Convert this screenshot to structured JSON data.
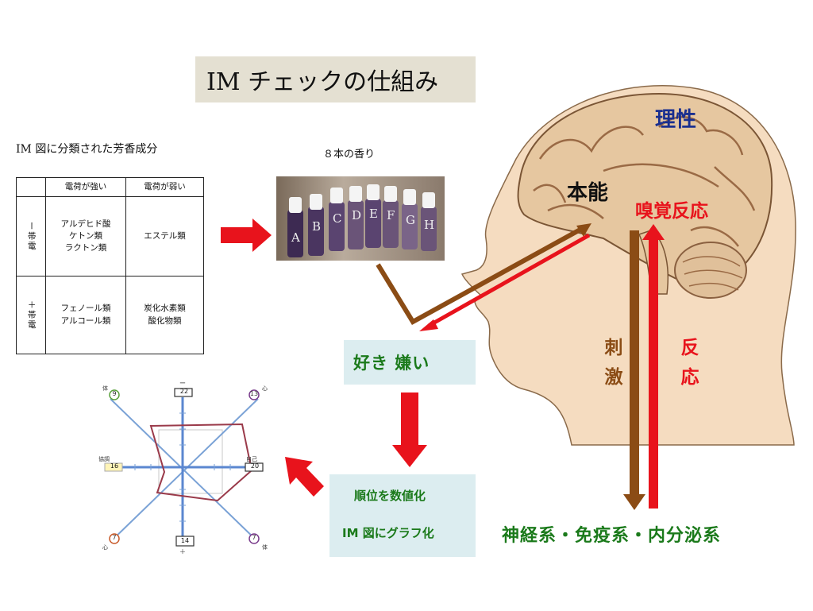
{
  "title": "IM チェックの仕組み",
  "table_caption": "IM 図に分類された芳香成分",
  "table": {
    "headers": [
      "",
      "電荷が強い",
      "電荷が弱い"
    ],
    "rows": [
      {
        "label": "ー帯電",
        "strong": [
          "アルデヒド酸",
          "ケトン類",
          "ラクトン類"
        ],
        "weak": [
          "エステル類"
        ]
      },
      {
        "label": "＋帯電",
        "strong": [
          "フェノール類",
          "アルコール類"
        ],
        "weak": [
          "炭化水素類",
          "酸化物類"
        ]
      }
    ]
  },
  "scent_caption": "８本の香り",
  "bottles": [
    "A",
    "B",
    "C",
    "D",
    "E",
    "F",
    "G",
    "H"
  ],
  "like_dislike": "好き 嫌い",
  "ranking": [
    "順位を数値化",
    "IM 図にグラフ化"
  ],
  "brain": {
    "reason": "理性",
    "instinct": "本能",
    "olfactory": "嗅覚反応",
    "stimulus": "刺激",
    "response": "反応",
    "systems": "神経系・免疫系・内分泌系"
  },
  "radar": {
    "top_label": "22",
    "right_label": "20",
    "bottom_label": "14",
    "left_label": "16",
    "left_tag": "協調",
    "right_tag": "自己",
    "circle_tl": "9",
    "circle_tr": "13",
    "circle_bl": "7",
    "circle_br": "7",
    "corner_tl": "体",
    "corner_tr": "心",
    "corner_bl": "心",
    "corner_br": "体",
    "top_sign": "ー",
    "bottom_sign": "＋"
  },
  "colors": {
    "red_arrow": "#e8131c",
    "brown_arrow": "#8b4c15",
    "green_text": "#1b7a1b",
    "blue_text": "#1a2f8f",
    "box_bg": "#dcedf0",
    "title_bg": "#e4e0d2"
  }
}
